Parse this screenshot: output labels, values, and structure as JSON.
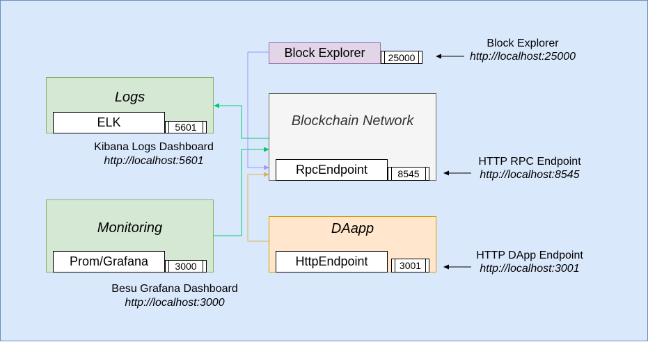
{
  "logs": {
    "title": "Logs",
    "service": "ELK",
    "port": "5601"
  },
  "monitoring": {
    "title": "Monitoring",
    "service": "Prom/Grafana",
    "port": "3000"
  },
  "blockchain": {
    "title": "Blockchain Network",
    "service": "RpcEndpoint",
    "port": "8545"
  },
  "explorer": {
    "title": "Block Explorer",
    "port": "25000"
  },
  "dapp": {
    "title": "DAapp",
    "service": "HttpEndpoint",
    "port": "3001"
  },
  "captions": {
    "kibana": {
      "label": "Kibana Logs Dashboard",
      "url": "http://localhost:5601"
    },
    "grafana": {
      "label": "Besu Grafana Dashboard",
      "url": "http://localhost:3000"
    },
    "explorer": {
      "label": "Block Explorer",
      "url": "http://localhost:25000"
    },
    "rpc": {
      "label": "HTTP RPC Endpoint",
      "url": "http://localhost:8545"
    },
    "dapp": {
      "label": "HTTP DApp Endpoint",
      "url": "http://localhost:3001"
    }
  },
  "colors": {
    "background": "#dae8fc",
    "green_fill": "#d5e8d4",
    "grey_fill": "#f5f5f5",
    "purple_fill": "#e1d5e7",
    "orange_fill": "#ffe6cc",
    "green_connector": "#00cc66",
    "purple_connector": "#9999ff",
    "orange_connector": "#d6b656"
  }
}
